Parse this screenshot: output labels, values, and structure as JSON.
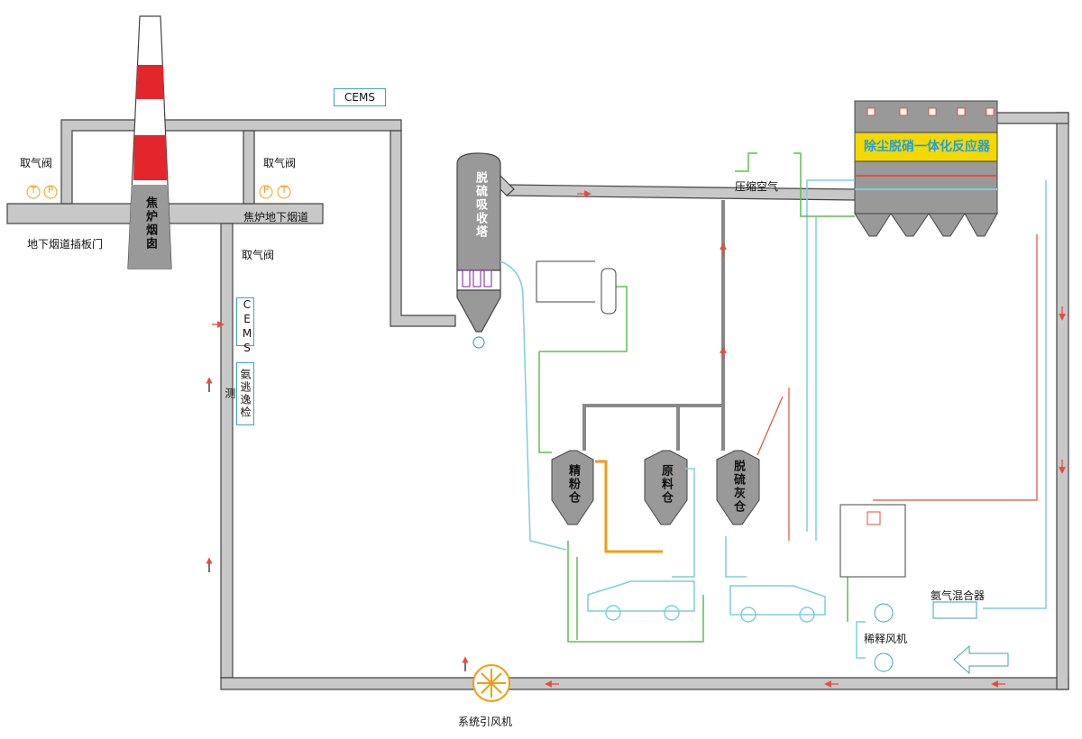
{
  "labels": {
    "cems_top": "CEMS",
    "cems_side": "CEMS",
    "ammonia_detect": "氨逃逸检测",
    "sample_valve_1": "取气阀",
    "sample_valve_2": "取气阀",
    "sample_valve_3": "取气阀",
    "flue_gate": "地下烟道插板门",
    "coke_flue": "焦炉地下烟道",
    "chimney": "焦炉烟囱",
    "desulf_tower": "脱硫吸收塔",
    "compressed_air": "压缩空气",
    "reactor": "除尘脱硝一体化反应器",
    "fine_bin": "精粉仓",
    "raw_bin": "原料仓",
    "ash_bin": "脱硫灰仓",
    "ammonia_mixer": "氨气混合器",
    "dilution_fan": "稀释风机",
    "system_fan": "系统引风机",
    "temp_symbol": "T",
    "pressure_symbol": "P"
  },
  "colors": {
    "pipe_fill": "#c8c8c8",
    "pipe_stroke": "#444444",
    "chimney_red": "#e3262b",
    "equipment_gray": "#999999",
    "line_cyan": "#7ccfdc",
    "line_green": "#5fbf4f",
    "line_orange": "#f39c12",
    "arrow_red": "#e74c3c",
    "reactor_yellow": "#f5d800",
    "reactor_text": "#1fa0e0"
  }
}
